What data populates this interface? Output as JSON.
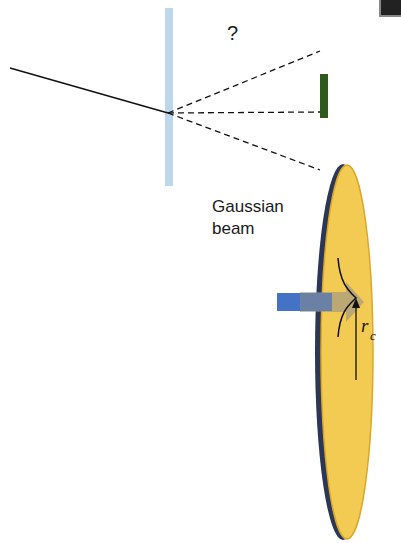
{
  "diagram": {
    "labels": [
      "?",
      "Gaussian beam",
      "r",
      "c"
    ]
  }
}
